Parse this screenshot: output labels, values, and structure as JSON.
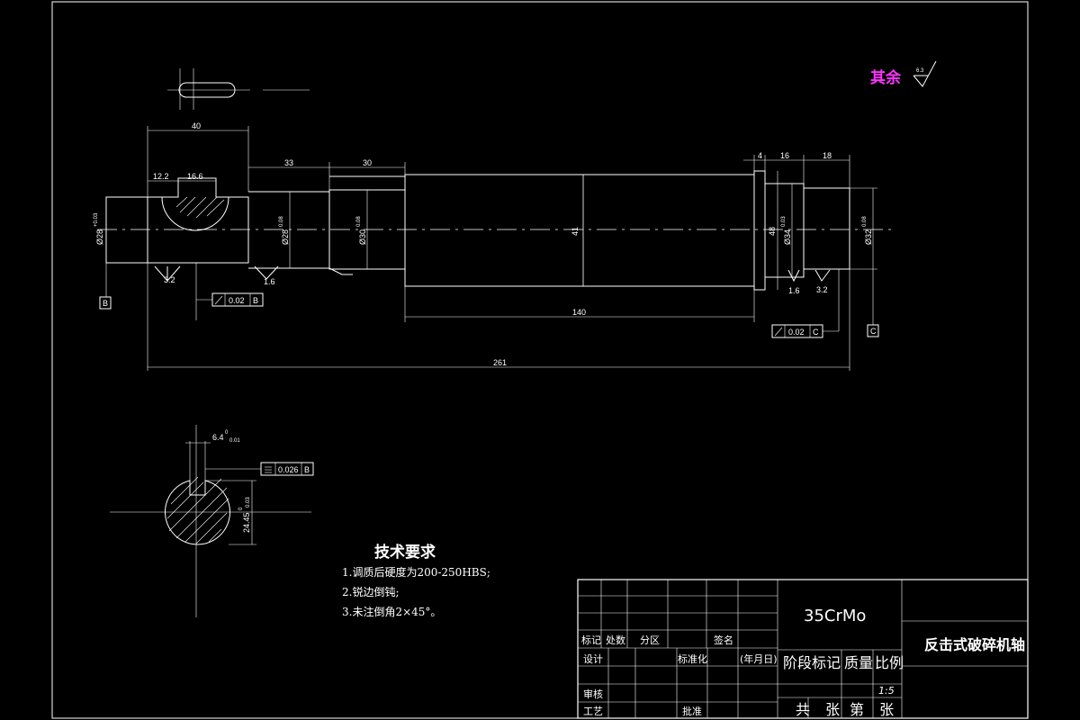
{
  "roughness_note": {
    "label": "其余",
    "value": "6.3"
  },
  "dimensions": {
    "d40": "40",
    "d12_2": "12.2",
    "d16_6": "16.6",
    "d33": "33",
    "d30": "30",
    "d4": "4",
    "d16": "16",
    "d18": "18",
    "d140": "140",
    "d261": "261",
    "d41": "41",
    "d48": "48",
    "dia1": "Ø28",
    "dia1_tol": "+0.03",
    "dia2": "Ø28",
    "dia2_tol": "0.08",
    "dia3": "Ø30",
    "dia3_tol": "0.08",
    "dia4": "Ø34",
    "dia4_tol": "0.03",
    "dia5": "Ø32",
    "dia5_tol": "0.08",
    "key_width": "6.4",
    "key_width_tol": "0.01",
    "key_width_top": "0",
    "key_depth": "24.45",
    "key_depth_tol": "0.03",
    "key_depth_top": "0"
  },
  "surface_marks": {
    "r1": "3.2",
    "r2": "1.6",
    "r3": "1.6",
    "r4": "3.2"
  },
  "tolerance_frames": {
    "left": {
      "value": "0.02",
      "datum": "B"
    },
    "right": {
      "value": "0.02",
      "datum": "C"
    },
    "key": {
      "value": "0.026",
      "datum": "B"
    }
  },
  "datums": {
    "b": "B",
    "c": "C"
  },
  "tech_requirements": {
    "title": "技术要求",
    "items": [
      "1.调质后硬度为200-250HBS;",
      "2.锐边倒钝;",
      "3.未注倒角2×45°。"
    ]
  },
  "title_block": {
    "material": "35CrMo",
    "part_name": "反击式破碎机轴",
    "row_labels": [
      "标记",
      "处数",
      "分区",
      "签名"
    ],
    "design": "设计",
    "standardization": "标准化",
    "date": "(年月日)",
    "stage_mark": "阶段标记",
    "weight": "质量",
    "scale": "比例",
    "scale_value": "1:5",
    "review": "审核",
    "process": "工艺",
    "approve": "批准",
    "total_sheets": "共 张",
    "sheet_no": "第 张"
  }
}
